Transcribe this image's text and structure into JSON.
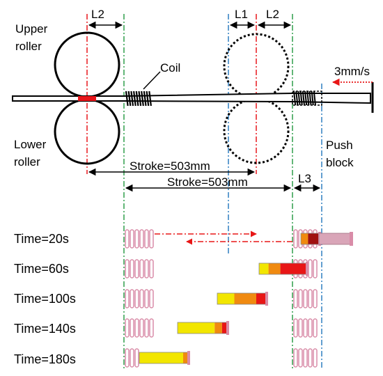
{
  "labels": {
    "l2_left": "L2",
    "l1": "L1",
    "l2_right": "L2",
    "l3": "L3",
    "upper_roller": [
      "Upper",
      "roller"
    ],
    "lower_roller": [
      "Lower",
      "roller"
    ],
    "coil": "Coil",
    "speed": "3mm/s",
    "push_block": [
      "Push",
      "block"
    ],
    "stroke_upper": "Stroke=503mm",
    "stroke_lower": "Stroke=503mm"
  },
  "time_rows": [
    {
      "label": "Time=20s"
    },
    {
      "label": "Time=60s"
    },
    {
      "label": "Time=100s"
    },
    {
      "label": "Time=140s"
    },
    {
      "label": "Time=180s"
    }
  ],
  "colors": {
    "roller_center": "#e8161b",
    "coil_left_guide": "#2e9e4a",
    "roller_guide_blue": "#2f7fc1",
    "coil_pink": "#d98ca8",
    "heat_yellow": "#f2e600",
    "heat_orange": "#f08a10",
    "heat_red": "#e81616",
    "heat_darkred": "#a01010",
    "rod_pink": "#d9a5b8"
  }
}
